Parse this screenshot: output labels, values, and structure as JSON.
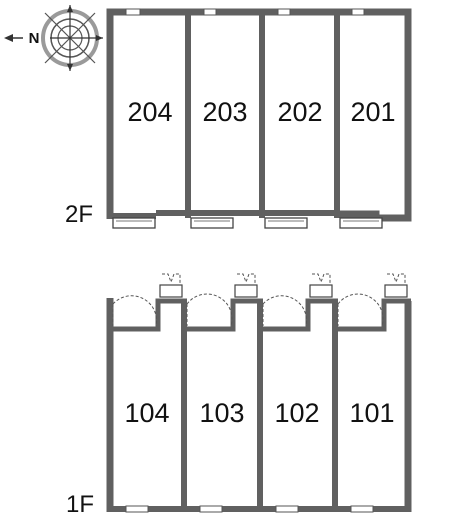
{
  "compass": {
    "north_label": "N",
    "icon": "compass-icon"
  },
  "floors": [
    {
      "id": "2F",
      "label": "2F",
      "rooms": [
        "204",
        "203",
        "202",
        "201"
      ]
    },
    {
      "id": "1F",
      "label": "1F",
      "rooms": [
        "104",
        "103",
        "102",
        "101"
      ]
    }
  ],
  "colors": {
    "wall": "#606060",
    "line": "#444444",
    "text": "#111111",
    "background": "#ffffff"
  }
}
